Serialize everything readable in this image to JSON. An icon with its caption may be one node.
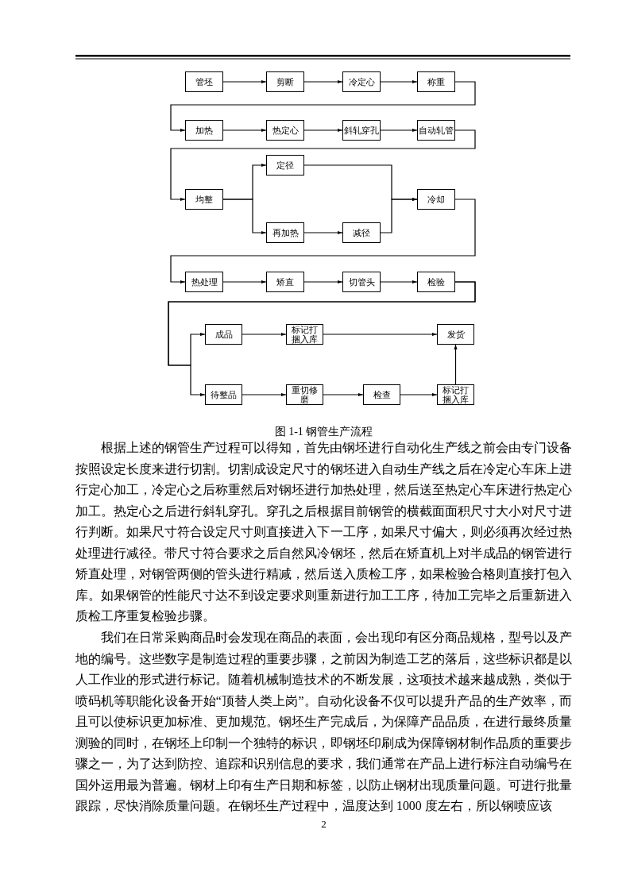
{
  "diagram": {
    "caption": "图 1-1 钢管生产流程",
    "nodes": [
      {
        "text": [
          "管坯"
        ]
      },
      {
        "text": [
          "剪断"
        ]
      },
      {
        "text": [
          "冷定心"
        ]
      },
      {
        "text": [
          "称重"
        ]
      },
      {
        "text": [
          "加热"
        ]
      },
      {
        "text": [
          "热定心"
        ]
      },
      {
        "text": [
          "斜轧穿孔"
        ]
      },
      {
        "text": [
          "自动轧管"
        ]
      },
      {
        "text": [
          "定径"
        ]
      },
      {
        "text": [
          "均整"
        ]
      },
      {
        "text": [
          "冷却"
        ]
      },
      {
        "text": [
          "再加热"
        ]
      },
      {
        "text": [
          "减径"
        ]
      },
      {
        "text": [
          "热处理"
        ]
      },
      {
        "text": [
          "矫直"
        ]
      },
      {
        "text": [
          "切管头"
        ]
      },
      {
        "text": [
          "检验"
        ]
      },
      {
        "text": [
          "成品"
        ]
      },
      {
        "text": [
          "标记打捆入库"
        ]
      },
      {
        "text": [
          "发货"
        ]
      },
      {
        "text": [
          "待整品"
        ]
      },
      {
        "text": [
          "重切修磨"
        ]
      },
      {
        "text": [
          "检查"
        ]
      },
      {
        "text": [
          "标记打捆入库"
        ]
      }
    ],
    "edges": [
      {
        "from": 0,
        "to": 1,
        "arrow": "to"
      },
      {
        "from": 1,
        "to": 2,
        "arrow": "to"
      },
      {
        "from": 2,
        "to": 3,
        "arrow": "to"
      },
      {
        "from": 3,
        "to": 4,
        "arrow": "to"
      },
      {
        "from": 4,
        "to": 5,
        "arrow": "to"
      },
      {
        "from": 5,
        "to": 6,
        "arrow": "to"
      },
      {
        "from": 6,
        "to": 7,
        "arrow": "to"
      },
      {
        "from": 7,
        "to": 9,
        "arrow": "to"
      },
      {
        "from": 9,
        "to": 8,
        "arrow": "to"
      },
      {
        "from": 9,
        "to": 11,
        "arrow": "to"
      },
      {
        "from": 11,
        "to": 12,
        "arrow": "to"
      },
      {
        "from": 8,
        "to": 10,
        "arrow": "to"
      },
      {
        "from": 12,
        "to": 10,
        "arrow": "to"
      },
      {
        "from": 10,
        "to": 13,
        "arrow": "to"
      },
      {
        "from": 13,
        "to": 14,
        "arrow": "to"
      },
      {
        "from": 14,
        "to": 15,
        "arrow": "to"
      },
      {
        "from": 15,
        "to": 16,
        "arrow": "to"
      },
      {
        "from": 16,
        "to": 17,
        "arrow": "to"
      },
      {
        "from": 16,
        "to": 20,
        "arrow": "to"
      },
      {
        "from": 17,
        "to": 18,
        "arrow": "to"
      },
      {
        "from": 18,
        "to": 19,
        "arrow": "to"
      },
      {
        "from": 20,
        "to": 21,
        "arrow": "to"
      },
      {
        "from": 21,
        "to": 22,
        "arrow": "to"
      },
      {
        "from": 22,
        "to": 23,
        "arrow": "to"
      },
      {
        "from": 23,
        "to": 19,
        "arrow": "to"
      }
    ],
    "labels": [
      "根据上述的钢管生产过程可以得知，首先由钢坯进行自动化生产线之前会由专门设备按照设定长度来进行切割。切割成设定尺寸的钢坯进入自动生产线之后在冷定心车床上进行定心加工，冷定心之后称重然后对钢坯进行加热处理，然后送至热定心车床进行热定心加工。热定心之后进行斜轧穿孔。穿孔之后根据目前钢管的横截面面积尺寸大小对尺寸进行判断。如果尺寸符合设定尺寸则直接进入下一工序，如果尺寸偏大，则必须再次经过热处理进行减径。带尺寸符合要求之后自然风冷钢坯，然后在矫直机上对半成品的钢管进行矫直处理，对钢管两侧的管头进行精减，然后送入质检工序，如果检验合格则直接打包入库。如果钢管的性能尺寸达不到设定要求则重新进行加工工序，待加工完毕之后重新进入质检工序重复检验步骤。",
      "我们在日常采购商品时会发现在商品的表面，会出现印有区分商品规格，型号以及产地的编号。这些数字是制造过程的重要步骤，之前因为制造工艺的落后，这些标识都是以人工作业的形式进行标记。随着机械制造技术的不断发展，这项技术越来越成熟，类似于喷码机等职能化设备开始“顶替人类上岗”。自动化设备不仅可以提升产品的生产效率，而且可以使标识更加标准、更加规范。钢坯生产完成后，为保障产品品质，在进行最终质量测验的同时，在钢坯上印制一个独特的标识，即钢坯印刷成为保障钢材制作品质的重要步骤之一，为了达到防控、追踪和识别信息的要求，我们通常在产品上进行标注自动编号在国外运用最为普遍。钢材上印有生产日期和标签，以防止钢材出现质量问题。可进行批量跟踪，尽快消除质量问题。在钢坯生产过程中，温度达到 1000 度左右，所以钢喷应该",
      "2"
    ]
  }
}
